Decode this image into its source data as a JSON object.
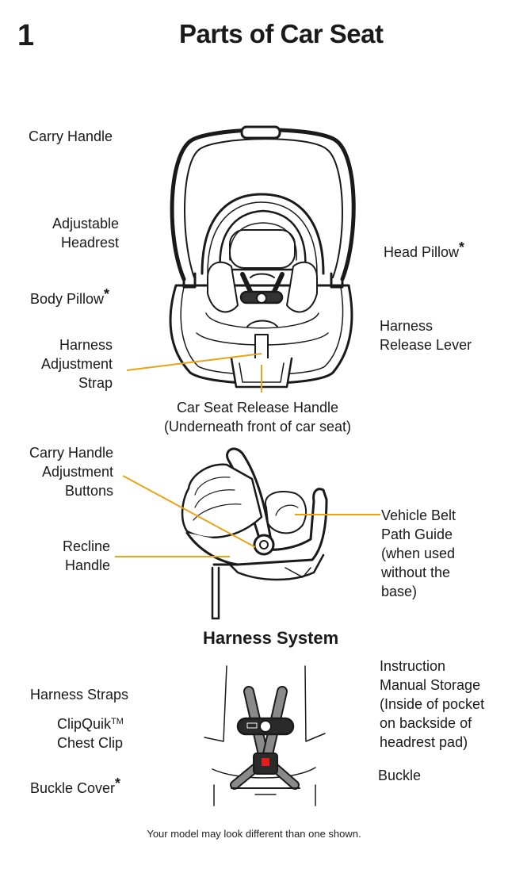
{
  "header": {
    "page_number": "1",
    "title": "Parts of Car Seat"
  },
  "callouts": {
    "carry_handle": "Carry Handle",
    "adjustable_headrest": [
      "Adjustable",
      "Headrest"
    ],
    "head_pillow": "Head Pillow",
    "body_pillow": "Body Pillow",
    "harness_release_lever": [
      "Harness",
      "Release Lever"
    ],
    "harness_adjustment_strap": [
      "Harness",
      "Adjustment",
      "Strap"
    ],
    "car_seat_release_handle": [
      "Car Seat Release Handle",
      "(Underneath front of car seat)"
    ],
    "carry_handle_adjustment_buttons": [
      "Carry Handle",
      "Adjustment",
      "Buttons"
    ],
    "vehicle_belt_path_guide": [
      "Vehicle Belt",
      "Path Guide",
      "(when used",
      "without the",
      "base)"
    ],
    "recline_handle": [
      "Recline",
      "Handle"
    ]
  },
  "harness_section": {
    "title": "Harness System",
    "harness_straps": "Harness Straps",
    "chest_clip": [
      "ClipQuik",
      "Chest Clip"
    ],
    "chest_clip_tm": "TM",
    "buckle_cover": "Buckle Cover",
    "instruction_manual_storage": [
      "Instruction",
      "Manual Storage",
      "(Inside of pocket",
      "on backside of",
      "headrest pad)"
    ],
    "buckle": "Buckle"
  },
  "asterisk": "*",
  "footnote": "Your model may look different than one shown.",
  "colors": {
    "leader_line": "#E8A317",
    "buckle_red": "#E01E1E",
    "strap_gray": "#8a8a8a",
    "ink": "#1a1a1a"
  }
}
